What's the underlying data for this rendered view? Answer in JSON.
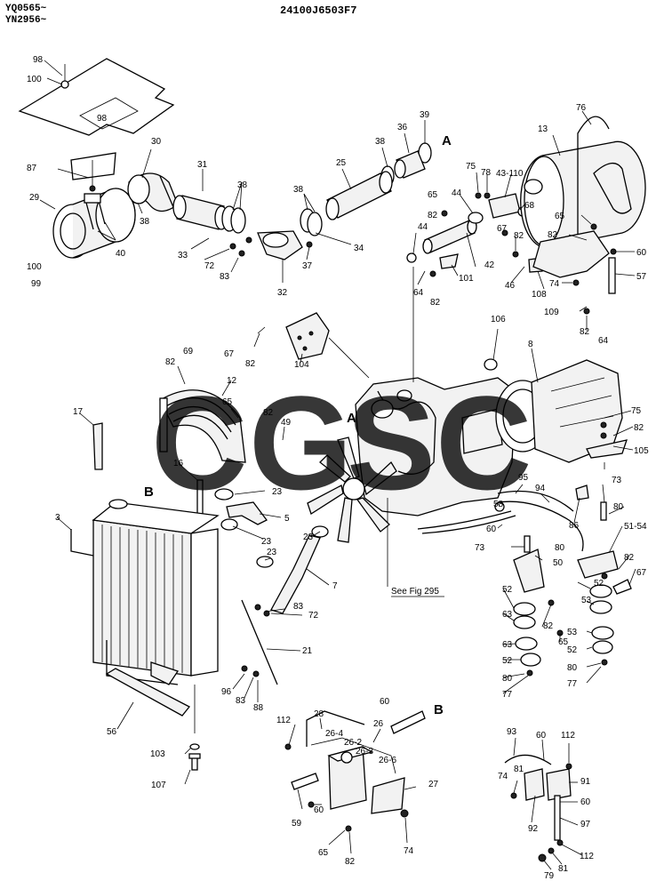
{
  "header": {
    "serial_a": "YQ0565~",
    "serial_b": "YN2956~",
    "part_number": "24100J6503F7"
  },
  "watermark": {
    "letters": [
      {
        "char": "C",
        "color": "#2f6fe0"
      },
      {
        "char": "G",
        "color": "#ee4a44"
      },
      {
        "char": "S",
        "color": "#f5c518"
      },
      {
        "char": "C",
        "color": "#2aa56a"
      }
    ]
  },
  "reference": {
    "see_fig": "See Fig 295",
    "point_a": "A",
    "point_b": "B"
  },
  "callouts": [
    {
      "id": "c98a",
      "text": "98"
    },
    {
      "id": "c100a",
      "text": "100"
    },
    {
      "id": "c98b",
      "text": "98"
    },
    {
      "id": "c87",
      "text": "87"
    },
    {
      "id": "c29",
      "text": "29"
    },
    {
      "id": "c40",
      "text": "40"
    },
    {
      "id": "c100b",
      "text": "100"
    },
    {
      "id": "c99",
      "text": "99"
    },
    {
      "id": "c30",
      "text": "30"
    },
    {
      "id": "c38a",
      "text": "38"
    },
    {
      "id": "c31",
      "text": "31"
    },
    {
      "id": "c38b",
      "text": "38"
    },
    {
      "id": "c33",
      "text": "33"
    },
    {
      "id": "c72a",
      "text": "72"
    },
    {
      "id": "c83a",
      "text": "83"
    },
    {
      "id": "c32",
      "text": "32"
    },
    {
      "id": "c37",
      "text": "37"
    },
    {
      "id": "c34",
      "text": "34"
    },
    {
      "id": "c38c",
      "text": "38"
    },
    {
      "id": "c25",
      "text": "25"
    },
    {
      "id": "c38d",
      "text": "38"
    },
    {
      "id": "c36",
      "text": "36"
    },
    {
      "id": "c39",
      "text": "39"
    },
    {
      "id": "c65a",
      "text": "65"
    },
    {
      "id": "c82a",
      "text": "82"
    },
    {
      "id": "c44a",
      "text": "44"
    },
    {
      "id": "c44b",
      "text": "44"
    },
    {
      "id": "c42",
      "text": "42"
    },
    {
      "id": "c101",
      "text": "101"
    },
    {
      "id": "c64a",
      "text": "64"
    },
    {
      "id": "c82b",
      "text": "82"
    },
    {
      "id": "c75a",
      "text": "75"
    },
    {
      "id": "c78",
      "text": "78"
    },
    {
      "id": "c43110",
      "text": "43-110"
    },
    {
      "id": "c68",
      "text": "68"
    },
    {
      "id": "c67a",
      "text": "67"
    },
    {
      "id": "c82c",
      "text": "82"
    },
    {
      "id": "c46",
      "text": "46"
    },
    {
      "id": "c108",
      "text": "108"
    },
    {
      "id": "c13",
      "text": "13"
    },
    {
      "id": "c76",
      "text": "76"
    },
    {
      "id": "c65b",
      "text": "65"
    },
    {
      "id": "c82d",
      "text": "82"
    },
    {
      "id": "c60a",
      "text": "60"
    },
    {
      "id": "c57",
      "text": "57"
    },
    {
      "id": "c74a",
      "text": "74"
    },
    {
      "id": "c109",
      "text": "109"
    },
    {
      "id": "c82e",
      "text": "82"
    },
    {
      "id": "c64b",
      "text": "64"
    },
    {
      "id": "c67b",
      "text": "67"
    },
    {
      "id": "c82f",
      "text": "82"
    },
    {
      "id": "c104",
      "text": "104"
    },
    {
      "id": "c69",
      "text": "69"
    },
    {
      "id": "c82g",
      "text": "82"
    },
    {
      "id": "c12",
      "text": "12"
    },
    {
      "id": "c65c",
      "text": "65"
    },
    {
      "id": "c82h",
      "text": "82"
    },
    {
      "id": "c49",
      "text": "49"
    },
    {
      "id": "c106",
      "text": "106"
    },
    {
      "id": "c8",
      "text": "8"
    },
    {
      "id": "c75b",
      "text": "75"
    },
    {
      "id": "c82i",
      "text": "82"
    },
    {
      "id": "c105",
      "text": "105"
    },
    {
      "id": "c17",
      "text": "17"
    },
    {
      "id": "c16",
      "text": "16"
    },
    {
      "id": "c23a",
      "text": "23"
    },
    {
      "id": "c5",
      "text": "5"
    },
    {
      "id": "c23b",
      "text": "23"
    },
    {
      "id": "c23c",
      "text": "23"
    },
    {
      "id": "c23d",
      "text": "23"
    },
    {
      "id": "c3",
      "text": "3"
    },
    {
      "id": "c7",
      "text": "7"
    },
    {
      "id": "c83b",
      "text": "83"
    },
    {
      "id": "c72b",
      "text": "72"
    },
    {
      "id": "c21",
      "text": "21"
    },
    {
      "id": "c96",
      "text": "96"
    },
    {
      "id": "c83c",
      "text": "83"
    },
    {
      "id": "c88",
      "text": "88"
    },
    {
      "id": "c56",
      "text": "56"
    },
    {
      "id": "c103",
      "text": "103"
    },
    {
      "id": "c107",
      "text": "107"
    },
    {
      "id": "c94",
      "text": "94"
    },
    {
      "id": "c95",
      "text": "95"
    },
    {
      "id": "c58",
      "text": "58"
    },
    {
      "id": "c60b",
      "text": "60"
    },
    {
      "id": "c86",
      "text": "86"
    },
    {
      "id": "c73a",
      "text": "73"
    },
    {
      "id": "c80a",
      "text": "80"
    },
    {
      "id": "c5154",
      "text": "51-54"
    },
    {
      "id": "c73b",
      "text": "73"
    },
    {
      "id": "c80b",
      "text": "80"
    },
    {
      "id": "c50",
      "text": "50"
    },
    {
      "id": "c82j",
      "text": "82"
    },
    {
      "id": "c67c",
      "text": "67"
    },
    {
      "id": "c52a",
      "text": "52"
    },
    {
      "id": "c52b",
      "text": "52"
    },
    {
      "id": "c63a",
      "text": "63"
    },
    {
      "id": "c82k",
      "text": "82"
    },
    {
      "id": "c53a",
      "text": "53"
    },
    {
      "id": "c65d",
      "text": "65"
    },
    {
      "id": "c63b",
      "text": "63"
    },
    {
      "id": "c53b",
      "text": "53"
    },
    {
      "id": "c52c",
      "text": "52"
    },
    {
      "id": "c52d",
      "text": "52"
    },
    {
      "id": "c80c",
      "text": "80"
    },
    {
      "id": "c80d",
      "text": "80"
    },
    {
      "id": "c77a",
      "text": "77"
    },
    {
      "id": "c77b",
      "text": "77"
    },
    {
      "id": "c60c",
      "text": "60"
    },
    {
      "id": "c112a",
      "text": "112"
    },
    {
      "id": "c28",
      "text": "28"
    },
    {
      "id": "c26",
      "text": "26"
    },
    {
      "id": "c264",
      "text": "26-4"
    },
    {
      "id": "c262",
      "text": "26-2"
    },
    {
      "id": "c263",
      "text": "26-3"
    },
    {
      "id": "c266",
      "text": "26-6"
    },
    {
      "id": "c27",
      "text": "27"
    },
    {
      "id": "c59",
      "text": "59"
    },
    {
      "id": "c60d",
      "text": "60"
    },
    {
      "id": "c65e",
      "text": "65"
    },
    {
      "id": "c82l",
      "text": "82"
    },
    {
      "id": "c74b",
      "text": "74"
    },
    {
      "id": "c93",
      "text": "93"
    },
    {
      "id": "c60e",
      "text": "60"
    },
    {
      "id": "c112b",
      "text": "112"
    },
    {
      "id": "c74c",
      "text": "74"
    },
    {
      "id": "c81a",
      "text": "81"
    },
    {
      "id": "c91",
      "text": "91"
    },
    {
      "id": "c60f",
      "text": "60"
    },
    {
      "id": "c97",
      "text": "97"
    },
    {
      "id": "c92",
      "text": "92"
    },
    {
      "id": "c112c",
      "text": "112"
    },
    {
      "id": "c79",
      "text": "79"
    },
    {
      "id": "c81b",
      "text": "81"
    }
  ]
}
